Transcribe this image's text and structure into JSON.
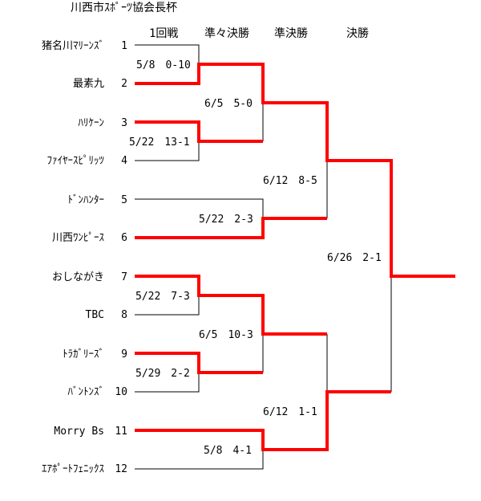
{
  "title": "川西市ｽﾎﾟｰﾂ協会長杯",
  "rounds": [
    "1回戦",
    "準々決勝",
    "準決勝",
    "決勝"
  ],
  "teams": [
    {
      "seed": "1",
      "name": "猪名川ﾏﾘｰﾝｽﾞ"
    },
    {
      "seed": "2",
      "name": "最素九"
    },
    {
      "seed": "3",
      "name": "ﾊﾘｹｰﾝ"
    },
    {
      "seed": "4",
      "name": "ﾌｧｲﾔｰｽﾋﾟﾘｯﾂ"
    },
    {
      "seed": "5",
      "name": "ﾄﾞﾝﾊﾝﾀｰ"
    },
    {
      "seed": "6",
      "name": "川西ﾜﾝﾋﾟｰｽ"
    },
    {
      "seed": "7",
      "name": "おしながき"
    },
    {
      "seed": "8",
      "name": "TBC"
    },
    {
      "seed": "9",
      "name": "ﾄﾗｶﾞﾘｰｽﾞ"
    },
    {
      "seed": "10",
      "name": "ﾊﾞﾝﾄﾝｽﾞ"
    },
    {
      "seed": "11",
      "name": "Morry Bs"
    },
    {
      "seed": "12",
      "name": "ｴｱﾎﾟｰﾄﾌｪﾆｯｸｽ"
    }
  ],
  "results": [
    {
      "id": "r1a",
      "text": "5/8　0-10"
    },
    {
      "id": "r1b",
      "text": "5/22　13-1"
    },
    {
      "id": "r1c",
      "text": "5/22　7-3"
    },
    {
      "id": "r1d",
      "text": "5/29　2-2"
    },
    {
      "id": "qf1",
      "text": "6/5　5-0"
    },
    {
      "id": "qf2",
      "text": "5/22　2-3"
    },
    {
      "id": "qf3",
      "text": "6/5　10-3"
    },
    {
      "id": "qf4",
      "text": "5/8　4-1"
    },
    {
      "id": "sf1",
      "text": "6/12　8-5"
    },
    {
      "id": "sf2",
      "text": "6/12　1-1"
    },
    {
      "id": "final",
      "text": "6/26　2-1"
    }
  ],
  "colors": {
    "win": "#ff0000",
    "line": "#000000"
  }
}
